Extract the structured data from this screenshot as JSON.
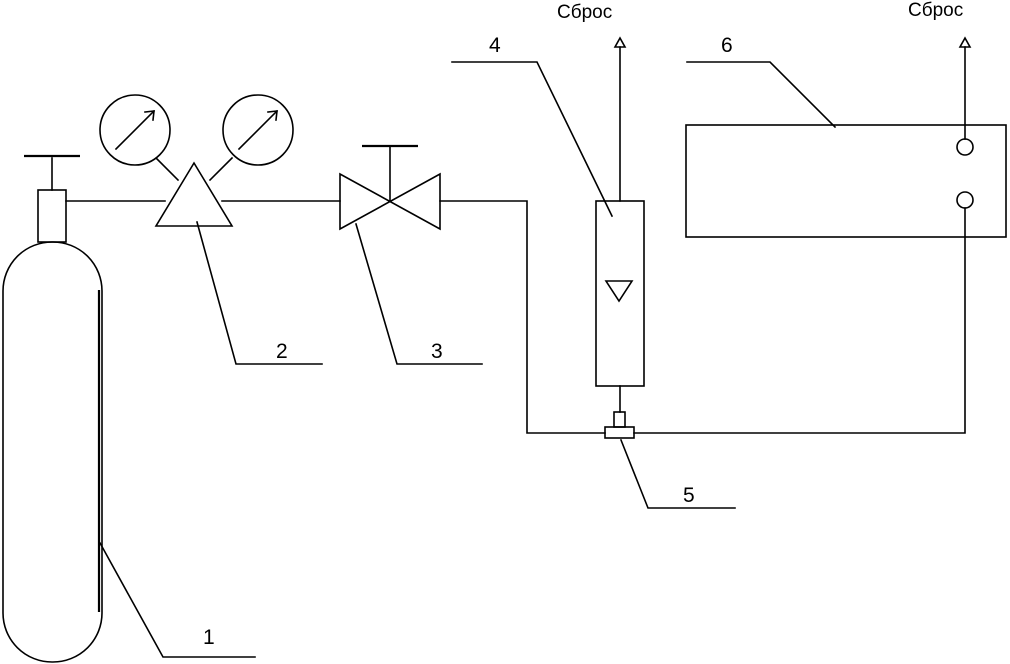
{
  "diagram": {
    "labels": {
      "cylinder": "1",
      "reducer": "2",
      "valve": "3",
      "rotameter": "4",
      "tee": "5",
      "analyzer": "6"
    },
    "vents": {
      "rotameter_vent": "Сброс",
      "analyzer_vent": "Сброс"
    }
  }
}
